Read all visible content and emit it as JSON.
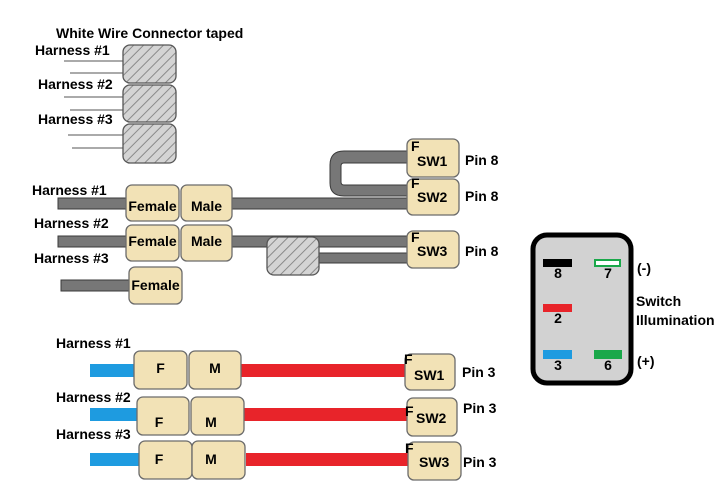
{
  "title": "White Wire Connector taped",
  "taped_harnesses": [
    "Harness #1",
    "Harness #2",
    "Harness #3"
  ],
  "gray_section": {
    "harness_labels": [
      "Harness #1",
      "Harness #2",
      "Harness #3"
    ],
    "female_label": "Female",
    "male_label": "Male",
    "switch_f": "F",
    "switches": [
      {
        "label": "SW1",
        "pin": "Pin 8"
      },
      {
        "label": "SW2",
        "pin": "Pin 8"
      },
      {
        "label": "SW3",
        "pin": "Pin 8"
      }
    ]
  },
  "colored_section": {
    "harness_labels": [
      "Harness #1",
      "Harness #2",
      "Harness #3"
    ],
    "f_label": "F",
    "m_label": "M",
    "switch_f": "F",
    "switches": [
      {
        "label": "SW1",
        "pin": "Pin 3"
      },
      {
        "label": "SW2",
        "pin": "Pin 3"
      },
      {
        "label": "SW3",
        "pin": "Pin 3"
      }
    ]
  },
  "switch_pinout": {
    "pins": [
      "8",
      "7",
      "2",
      "3",
      "6"
    ],
    "negative_label": "(-)",
    "positive_label": "(+)",
    "illumination_label_line1": "Switch",
    "illumination_label_line2": "Illumination"
  },
  "colors": {
    "connector": "#f2e2b6",
    "gray_wire": "#777777",
    "red_wire": "#e8242a",
    "blue_wire": "#1e9be0",
    "green": "#1aa84a",
    "black": "#000000",
    "switch_body": "#d2d2d2"
  }
}
